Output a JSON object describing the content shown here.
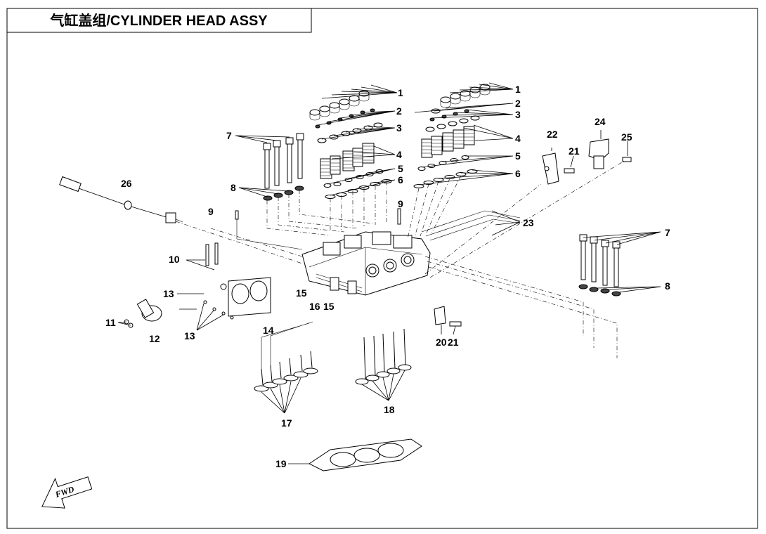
{
  "title": "气缸盖组/CYLINDER HEAD ASSY",
  "fwd_label": "FWD",
  "callouts": {
    "n1a": "1",
    "n2a": "2",
    "n3a": "3",
    "n4a": "4",
    "n5a": "5",
    "n6a": "6",
    "n1b": "1",
    "n2b": "2",
    "n3b": "3",
    "n4b": "4",
    "n5b": "5",
    "n6b": "6",
    "n7a": "7",
    "n8a": "8",
    "n7b": "7",
    "n8b": "8",
    "n9a": "9",
    "n9b": "9",
    "n10": "10",
    "n11": "11",
    "n12": "12",
    "n13a": "13",
    "n13b": "13",
    "n14": "14",
    "n15a": "15",
    "n15b": "15",
    "n16": "16",
    "n17": "17",
    "n18": "18",
    "n19": "19",
    "n20": "20",
    "n21a": "21",
    "n21b": "21",
    "n22": "22",
    "n23": "23",
    "n24": "24",
    "n25": "25",
    "n26": "26"
  }
}
